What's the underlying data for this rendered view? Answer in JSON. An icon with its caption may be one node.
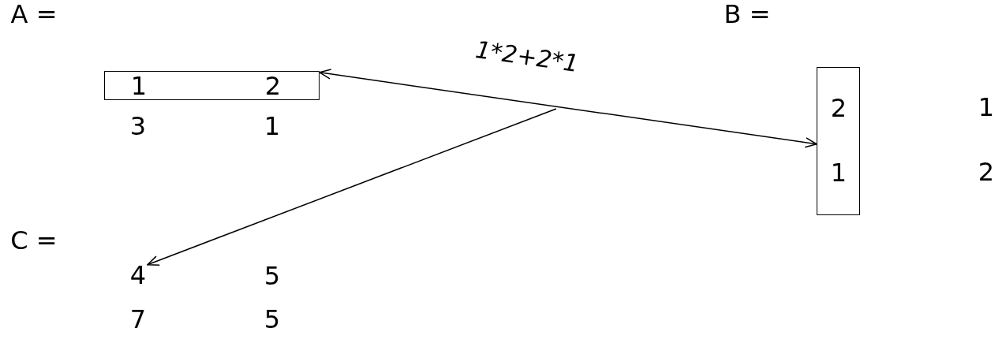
{
  "diagram": {
    "nodes": [
      {
        "text": [
          "1",
          "2"
        ]
      },
      {
        "text": [
          "2",
          "1"
        ]
      },
      {
        "text": [
          "4"
        ]
      }
    ],
    "edges": [
      {
        "from": 0,
        "to": 1,
        "arrow": "both",
        "label": "1*2+2*1"
      },
      {
        "from": null,
        "to": 2,
        "arrow": "to"
      }
    ],
    "labels": [
      "A =",
      "3",
      "1",
      "B =",
      "1",
      "2",
      "C =",
      "5",
      "7",
      "5"
    ]
  }
}
